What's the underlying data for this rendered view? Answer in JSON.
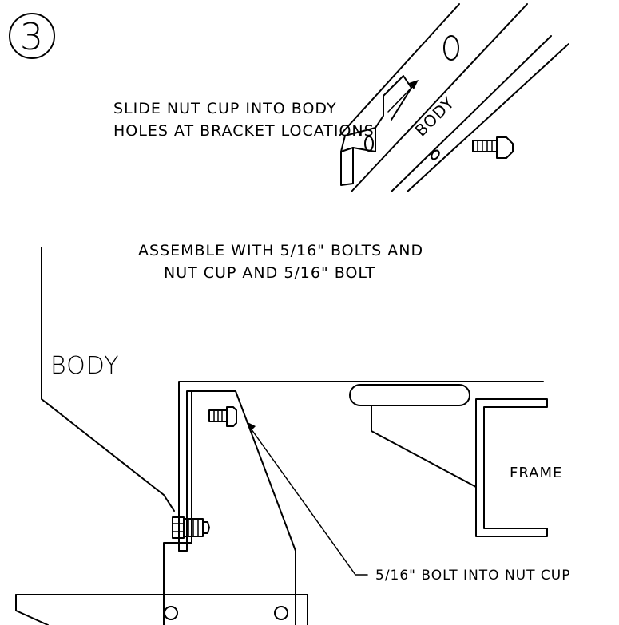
{
  "step_number": "3",
  "instruction_1": {
    "line1": "SLIDE NUT CUP INTO BODY",
    "line2": "HOLES AT BRACKET LOCATIONS"
  },
  "body_label_top": "BODY",
  "instruction_2": {
    "line1": "ASSEMBLE WITH 5/16\" BOLTS AND",
    "line2": "NUT CUP AND 5/16\" BOLT"
  },
  "body_label_main": "BODY",
  "frame_label": "FRAME",
  "bolt_callout": "5/16\" BOLT INTO NUT CUP"
}
